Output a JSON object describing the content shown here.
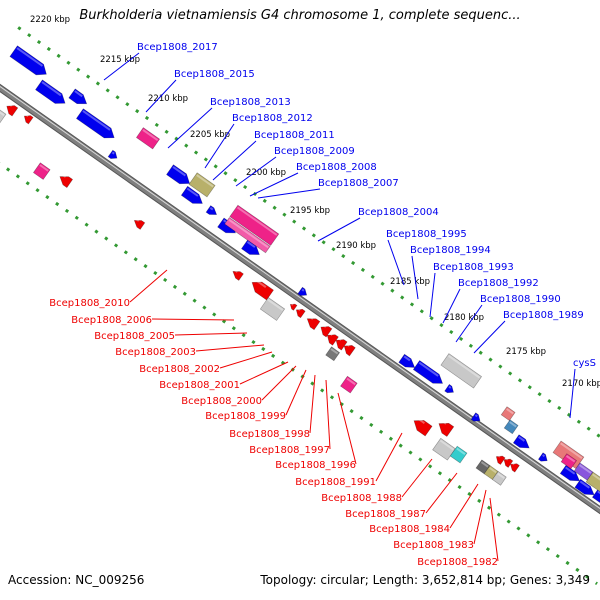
{
  "title": "Burkholderia vietnamiensis G4 chromosome 1, complete sequenc...",
  "footer": {
    "accession": "Accession: NC_009256",
    "summary": "Topology: circular; Length: 3,652,814 bp; Genes: 3,349"
  },
  "colors": {
    "forward": "#0000ee",
    "reverse": "#ee0000",
    "ruler": "#339933",
    "backbone": "#7f7f7f",
    "pink": "#ee2288",
    "olive": "#b8b06a",
    "grey": "#c8c8c8"
  },
  "ruler_labels": [
    "2220 kbp",
    "2215 kbp",
    "2210 kbp",
    "2205 kbp",
    "2200 kbp",
    "2195 kbp",
    "2190 kbp",
    "2185 kbp",
    "2180 kbp",
    "2175 kbp",
    "2170 kbp"
  ],
  "forward_labels": [
    "Bcep1808_2017",
    "Bcep1808_2015",
    "Bcep1808_2013",
    "Bcep1808_2012",
    "Bcep1808_2011",
    "Bcep1808_2009",
    "Bcep1808_2008",
    "Bcep1808_2007",
    "Bcep1808_2004",
    "Bcep1808_1995",
    "Bcep1808_1994",
    "Bcep1808_1993",
    "Bcep1808_1992",
    "Bcep1808_1990",
    "Bcep1808_1989",
    "cysS"
  ],
  "reverse_labels": [
    "Bcep1808_2010",
    "Bcep1808_2006",
    "Bcep1808_2005",
    "Bcep1808_2003",
    "Bcep1808_2002",
    "Bcep1808_2001",
    "Bcep1808_2000",
    "Bcep1808_1999",
    "Bcep1808_1998",
    "Bcep1808_1997",
    "Bcep1808_1996",
    "Bcep1808_1991",
    "Bcep1808_1988",
    "Bcep1808_1987",
    "Bcep1808_1984",
    "Bcep1808_1983",
    "Bcep1808_1982"
  ]
}
